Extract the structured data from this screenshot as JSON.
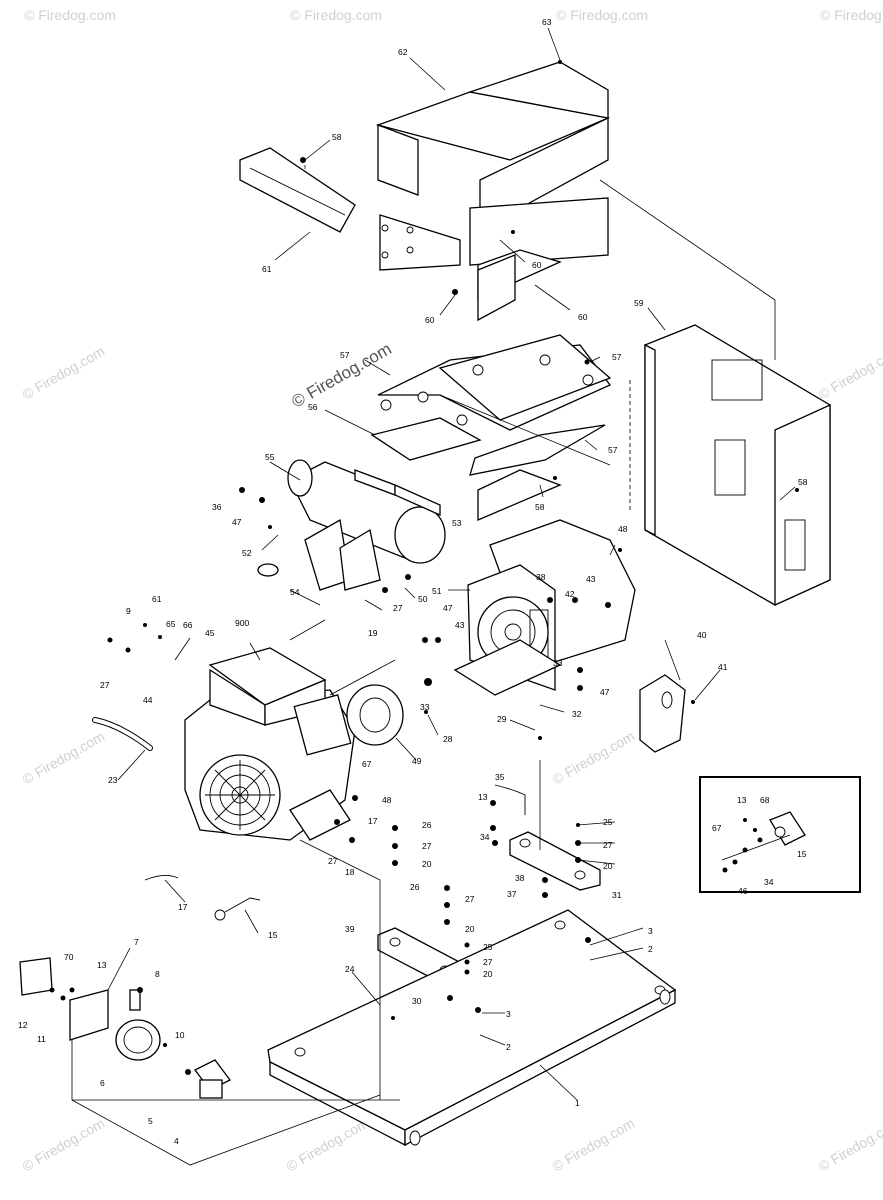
{
  "watermark": {
    "text": "© Firedog.com",
    "center_text": "© Firedog.com"
  },
  "labels": {
    "p63": "63",
    "p62": "62",
    "p58a": "58",
    "p61": "61",
    "p60a": "60",
    "p60b": "60",
    "p60c": "60",
    "p59": "59",
    "p57a": "57",
    "p57b": "57",
    "p57c": "57",
    "p56": "56",
    "p58b": "58",
    "p58c": "58",
    "p55": "55",
    "p36": "36",
    "p47a": "47",
    "p52": "52",
    "p53": "53",
    "p48a": "48",
    "p51": "51",
    "p38a": "38",
    "p43a": "43",
    "p42": "42",
    "p47b": "47",
    "p43b": "43",
    "p54": "54",
    "p27a": "27",
    "p50": "50",
    "p9": "9",
    "p61b": "61",
    "p65": "65",
    "p66": "66",
    "p45": "45",
    "p900": "900",
    "p19": "19",
    "p33a": "33",
    "p47c": "47",
    "p33b": "33",
    "p40": "40",
    "p41": "41",
    "p32": "32",
    "p27b": "27",
    "p44": "44",
    "p29": "29",
    "p28": "28",
    "p23": "23",
    "p49": "49",
    "p67": "67",
    "p48b": "48",
    "p35": "35",
    "p13a": "13",
    "p17a": "17",
    "p26a": "26",
    "p27c": "27",
    "p20a": "20",
    "p34a": "34",
    "p25a": "25",
    "p27d": "27",
    "p20b": "20",
    "p27e": "27",
    "p18": "18",
    "p38b": "38",
    "p37": "37",
    "p31": "31",
    "p17b": "17",
    "p15a": "15",
    "p26b": "26",
    "p27f": "27",
    "p20c": "20",
    "p39": "39",
    "p25b": "25",
    "p27g": "27",
    "p20d": "20",
    "p3a": "3",
    "p2a": "2",
    "p24": "24",
    "p30": "30",
    "p3b": "3",
    "p2b": "2",
    "p70": "70",
    "p7": "7",
    "p13b": "13",
    "p8": "8",
    "p12": "12",
    "p11": "11",
    "p10": "10",
    "p6": "6",
    "p5": "5",
    "p4": "4",
    "p1": "1",
    "i13": "13",
    "i68": "68",
    "i67": "67",
    "i15": "15",
    "i46": "46",
    "i34": "34"
  }
}
